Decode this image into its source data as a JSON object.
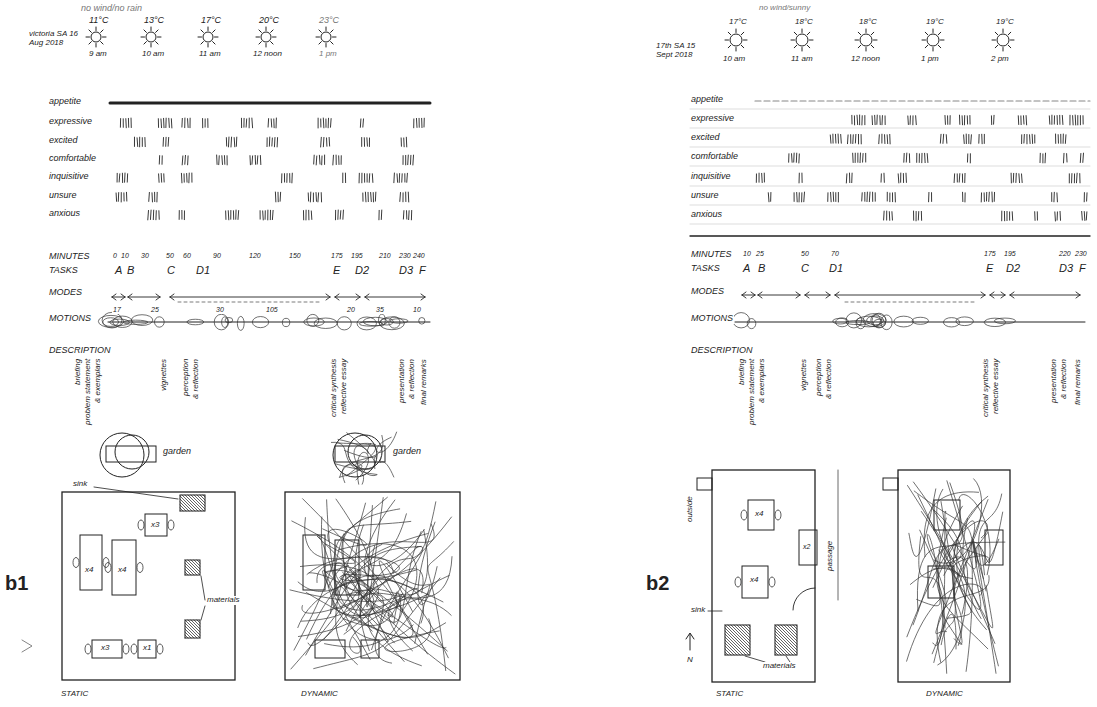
{
  "diagram": {
    "labels": [
      "no wind/no rain",
      "11°C",
      "13°C",
      "17°C",
      "20°C",
      "23°C",
      "victoria SA 16 Aug 2018",
      "9 am",
      "10 am",
      "11 am",
      "12 noon",
      "1 pm",
      "appetite",
      "expressive",
      "excited",
      "comfortable",
      "inquisitive",
      "unsure",
      "anxious",
      "MINUTES",
      "TASKS",
      "MODES",
      "MOTIONS",
      "DESCRIPTION",
      "0",
      "10",
      "30",
      "50",
      "60",
      "90",
      "120",
      "150",
      "175",
      "195",
      "210",
      "230",
      "240",
      "A",
      "B",
      "C",
      "D1",
      "E",
      "D2",
      "D3",
      "F",
      "17",
      "25",
      "30",
      "105",
      "20",
      "35",
      "10",
      "briefing",
      "problem statement",
      "& exemplars",
      "vignettes",
      "perception",
      "& reflection",
      "critical synthesis",
      "reflective essay",
      "presentation",
      "& reflection",
      "final remarks",
      "garden",
      "sink",
      "x4",
      "x4",
      "x3",
      "materials",
      "x3",
      "x1",
      "STATIC",
      "garden",
      "DYNAMIC",
      "b1",
      "no wind/sunny",
      "17°C",
      "18°C",
      "18°C",
      "19°C",
      "19°C",
      "17th SA 15 Sept 2018",
      "10 am",
      "11 am",
      "12 noon",
      "1 pm",
      "2 pm",
      "appetite",
      "expressive",
      "excited",
      "comfortable",
      "inquisitive",
      "unsure",
      "anxious",
      "MINUTES",
      "TASKS",
      "MODES",
      "MOTIONS",
      "DESCRIPTION",
      "10",
      "25",
      "50",
      "70",
      "175",
      "195",
      "220",
      "230",
      "A",
      "B",
      "C",
      "D1",
      "E",
      "D2",
      "D3",
      "F",
      "briefing",
      "problem statement",
      "& exemplars",
      "vignettes",
      "perception",
      "& reflection",
      "critical synthesis",
      "reflective essay",
      "presentation",
      "& reflection",
      "final remarks",
      "outside",
      "x4",
      "x2",
      "x4",
      "passage",
      "sink",
      "N",
      "materials",
      "STATIC",
      "DYNAMIC",
      "b2"
    ]
  }
}
